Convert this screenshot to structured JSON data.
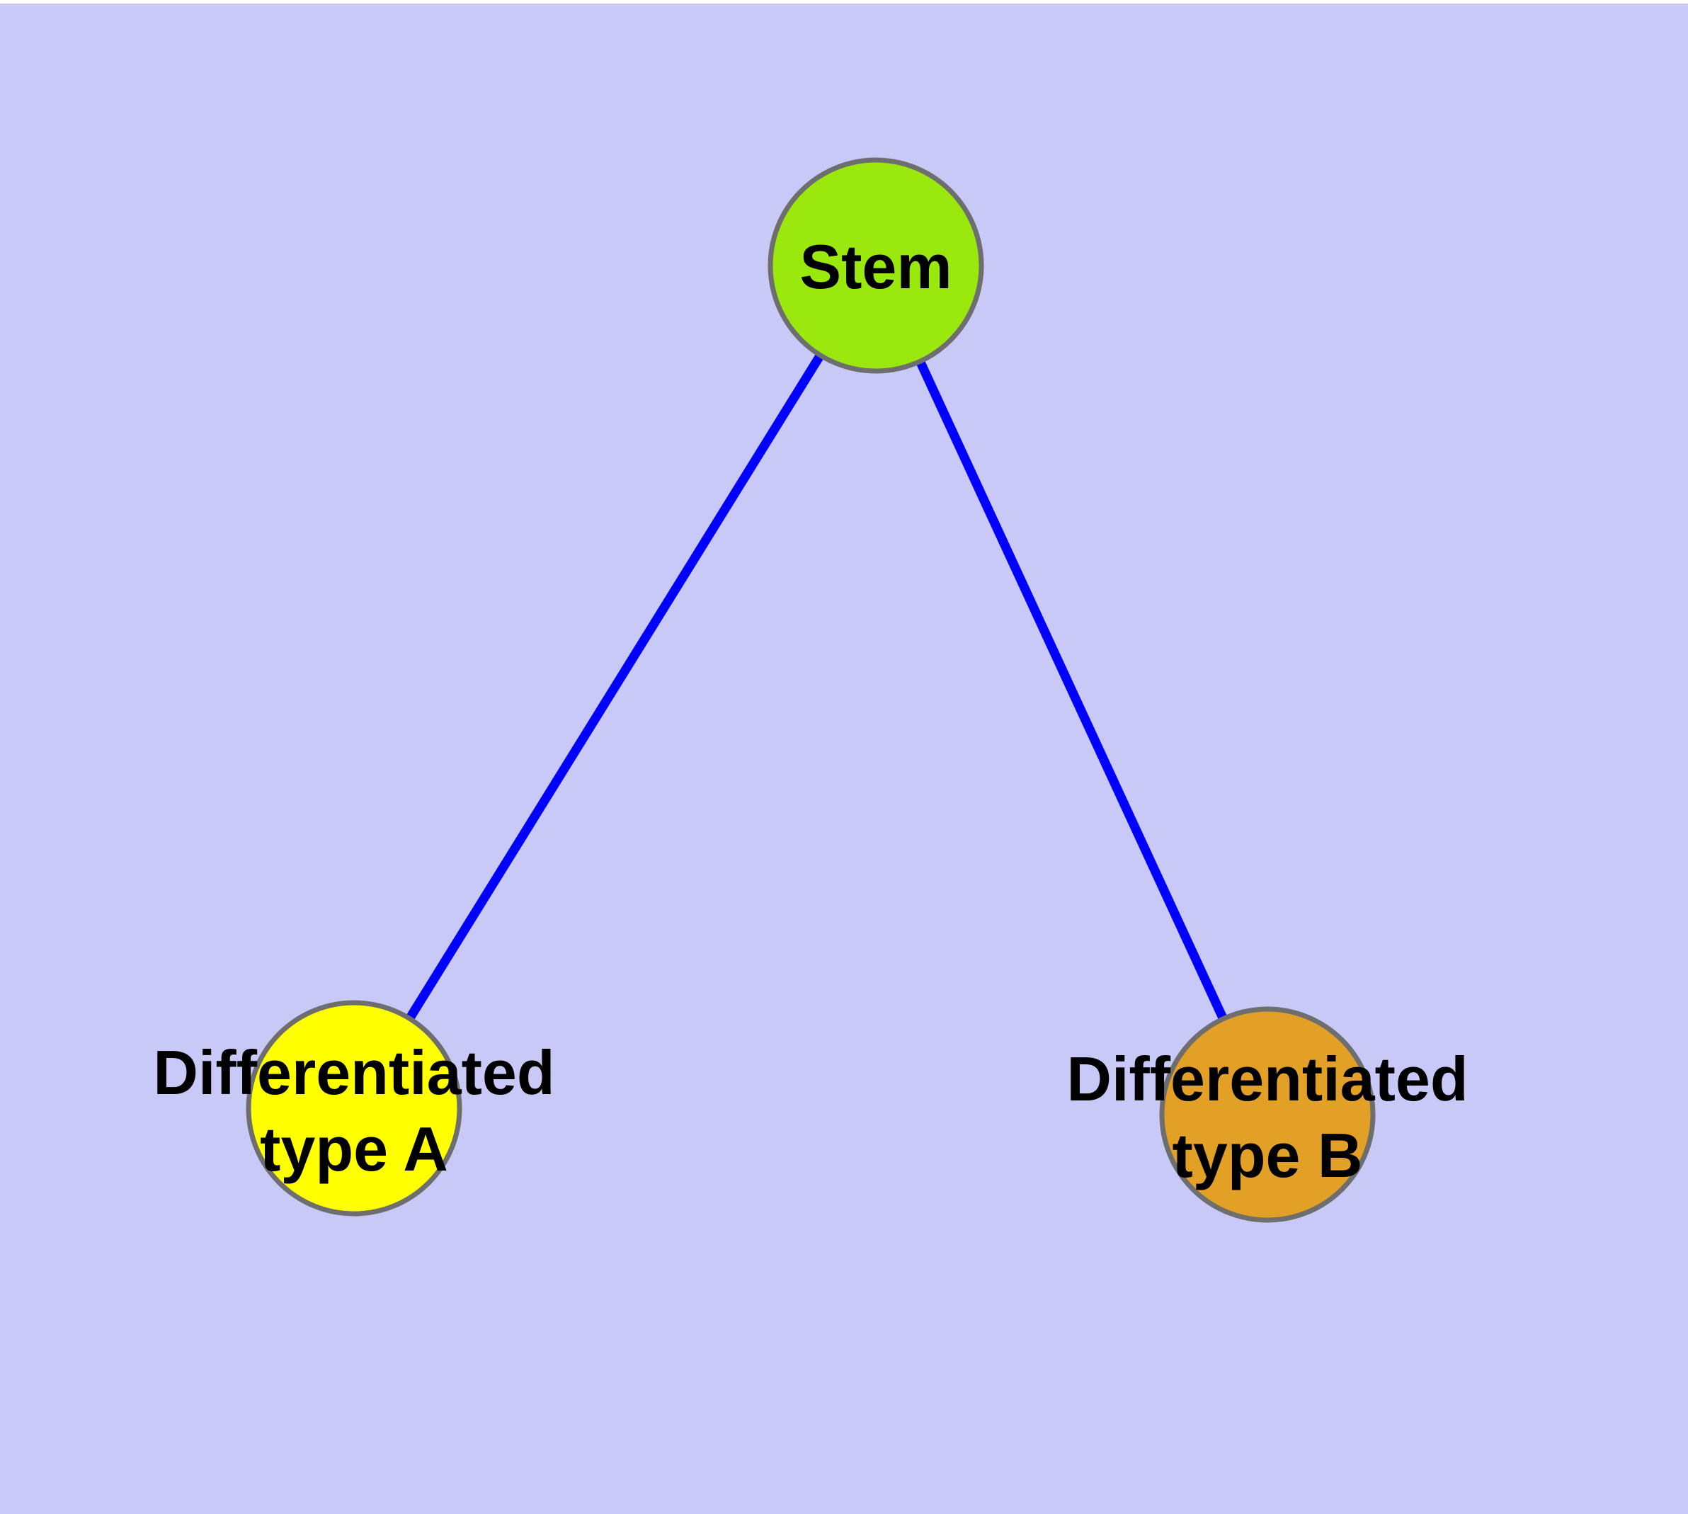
{
  "figure": {
    "type": "node-link-diagram",
    "background_color": "#C9C9F8",
    "top_strip_color": "#FFFFFF",
    "text_color": "#000000",
    "node_border_color": "#6E6E6E",
    "edge_color": "#0000FF"
  },
  "nodes": [
    {
      "id": "stem",
      "label": "Stem",
      "fill": "#9BE80F",
      "border": "#6E6E6E"
    },
    {
      "id": "type-a",
      "label_line1": "Differentiated",
      "label_line2": "type A",
      "fill": "#FFFF00",
      "border": "#6E6E6E"
    },
    {
      "id": "type-b",
      "label_line1": "Differentiated",
      "label_line2": "type B",
      "fill": "#E2A026",
      "border": "#6E6E6E"
    }
  ],
  "edges": [
    {
      "from": "Stem",
      "to": "Differentiated type A",
      "color": "#0000FF"
    },
    {
      "from": "Stem",
      "to": "Differentiated type B",
      "color": "#0000FF"
    }
  ]
}
